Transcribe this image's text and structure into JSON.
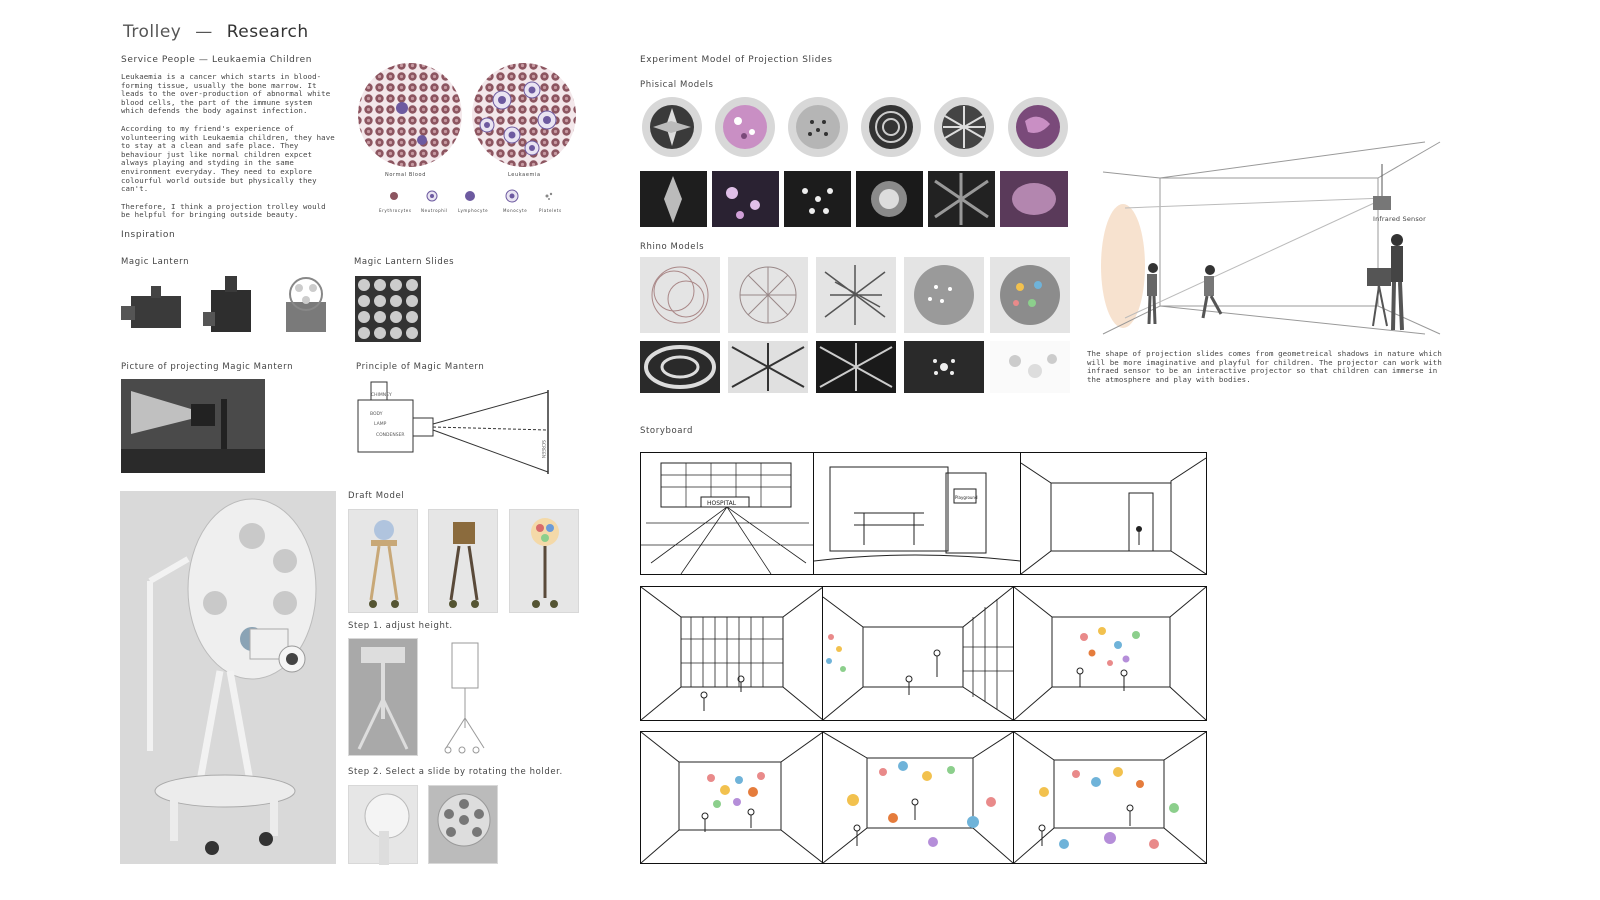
{
  "title": {
    "main": "Trolley",
    "dash": "—",
    "sub": "Research"
  },
  "intro": {
    "heading": "Service People — Leukaemia Children",
    "para1": "Leukaemia is a cancer which starts in blood-forming tissue, usually the bone marrow. It leads to the over-production of abnormal white blood cells, the part of the immune system which defends the body against infection.",
    "para2": "According to my friend's experience of volunteering with Leukaemia children, they have to stay at a clean and safe place. They behaviour just like normal children expcet always playing and styding in the same environment everyday. They need to explore colourful world outside but physically they can't.",
    "para3": "Therefore, I think a projection trolley would be helpful for bringing outside beauty."
  },
  "blood": {
    "normal_label": "Normal Blood",
    "leuk_label": "Leukaemia",
    "cells": [
      "Erythrocytes",
      "Neutrophil",
      "Lymphocyte",
      "Monocyte",
      "Platelets"
    ]
  },
  "inspiration": {
    "heading": "Inspiration",
    "magic_lantern": "Magic Lantern",
    "slides": "Magic Lantern Slides",
    "picture": "Picture of projecting Magic Mantern",
    "principle": "Principle of Magic Mantern",
    "principle_labels": {
      "chimney": "CHIMNEY",
      "body": "BODY",
      "lamp": "LAMP",
      "condenser": "CONDENSER",
      "screen": "SCREEN"
    }
  },
  "draft": {
    "heading": "Draft Model",
    "step1": "Step 1. adjust height.",
    "step2": "Step 2. Select a slide by rotating the holder."
  },
  "experiment": {
    "heading": "Experiment Model of Projection Slides",
    "physical": "Phisical Models",
    "rhino": "Rhino Models",
    "sensor": "Infrared Sensor",
    "note": "The shape of projection slides comes from geometreical shadows in nature which will be more imaginative and playful for children. The projector can work with infraed sensor to be an interactive projector so that children can immerse in the atmosphere and play with bodies."
  },
  "storyboard": {
    "heading": "Storyboard",
    "hospital_sign": "HOSPITAL",
    "door_sign": "Playground"
  },
  "colors": {
    "slide_pink": "#c98fc4",
    "slide_purple": "#7a4a7a",
    "blood": "#8c5560",
    "dots": [
      "#e98a8a",
      "#f2c14e",
      "#6fb3d9",
      "#8ccf8c",
      "#e57c3c",
      "#b58ed9"
    ]
  }
}
